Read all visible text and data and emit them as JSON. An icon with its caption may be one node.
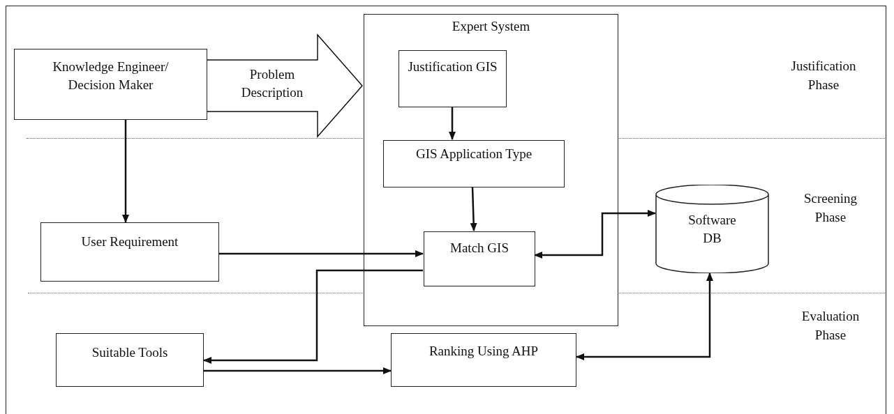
{
  "diagram": {
    "nodes": [
      {
        "text": [
          "Knowledge Engineer/ Decision Maker"
        ]
      },
      {
        "text": [
          "Expert System"
        ]
      },
      {
        "text": [
          "Justification GIS"
        ],
        "in": 1
      },
      {
        "text": [
          "GIS Application Type"
        ],
        "in": 1
      },
      {
        "text": [
          "Match GIS"
        ],
        "in": 1
      },
      {
        "text": [
          "User Requirement"
        ]
      },
      {
        "text": [
          "Software DB"
        ]
      },
      {
        "text": [
          "Suitable Tools"
        ]
      },
      {
        "text": [
          "Ranking Using AHP"
        ]
      }
    ],
    "edges": [
      {
        "from": 0,
        "to": 1,
        "arrow": "to",
        "label": "Problem Description",
        "style": "thick"
      },
      {
        "from": 2,
        "to": 3,
        "arrow": "to"
      },
      {
        "from": 0,
        "to": 5,
        "arrow": "to"
      },
      {
        "from": 3,
        "to": 4,
        "arrow": "to"
      },
      {
        "from": 5,
        "to": 4,
        "arrow": "to"
      },
      {
        "from": 4,
        "to": 7,
        "arrow": "to"
      },
      {
        "from": 4,
        "to": 6,
        "arrow": "both"
      },
      {
        "from": 7,
        "to": 8,
        "arrow": "to"
      },
      {
        "from": 8,
        "to": 6,
        "arrow": "both"
      }
    ],
    "labels": [
      "Justification Phase",
      "Screening Phase",
      "Evaluation Phase"
    ]
  }
}
